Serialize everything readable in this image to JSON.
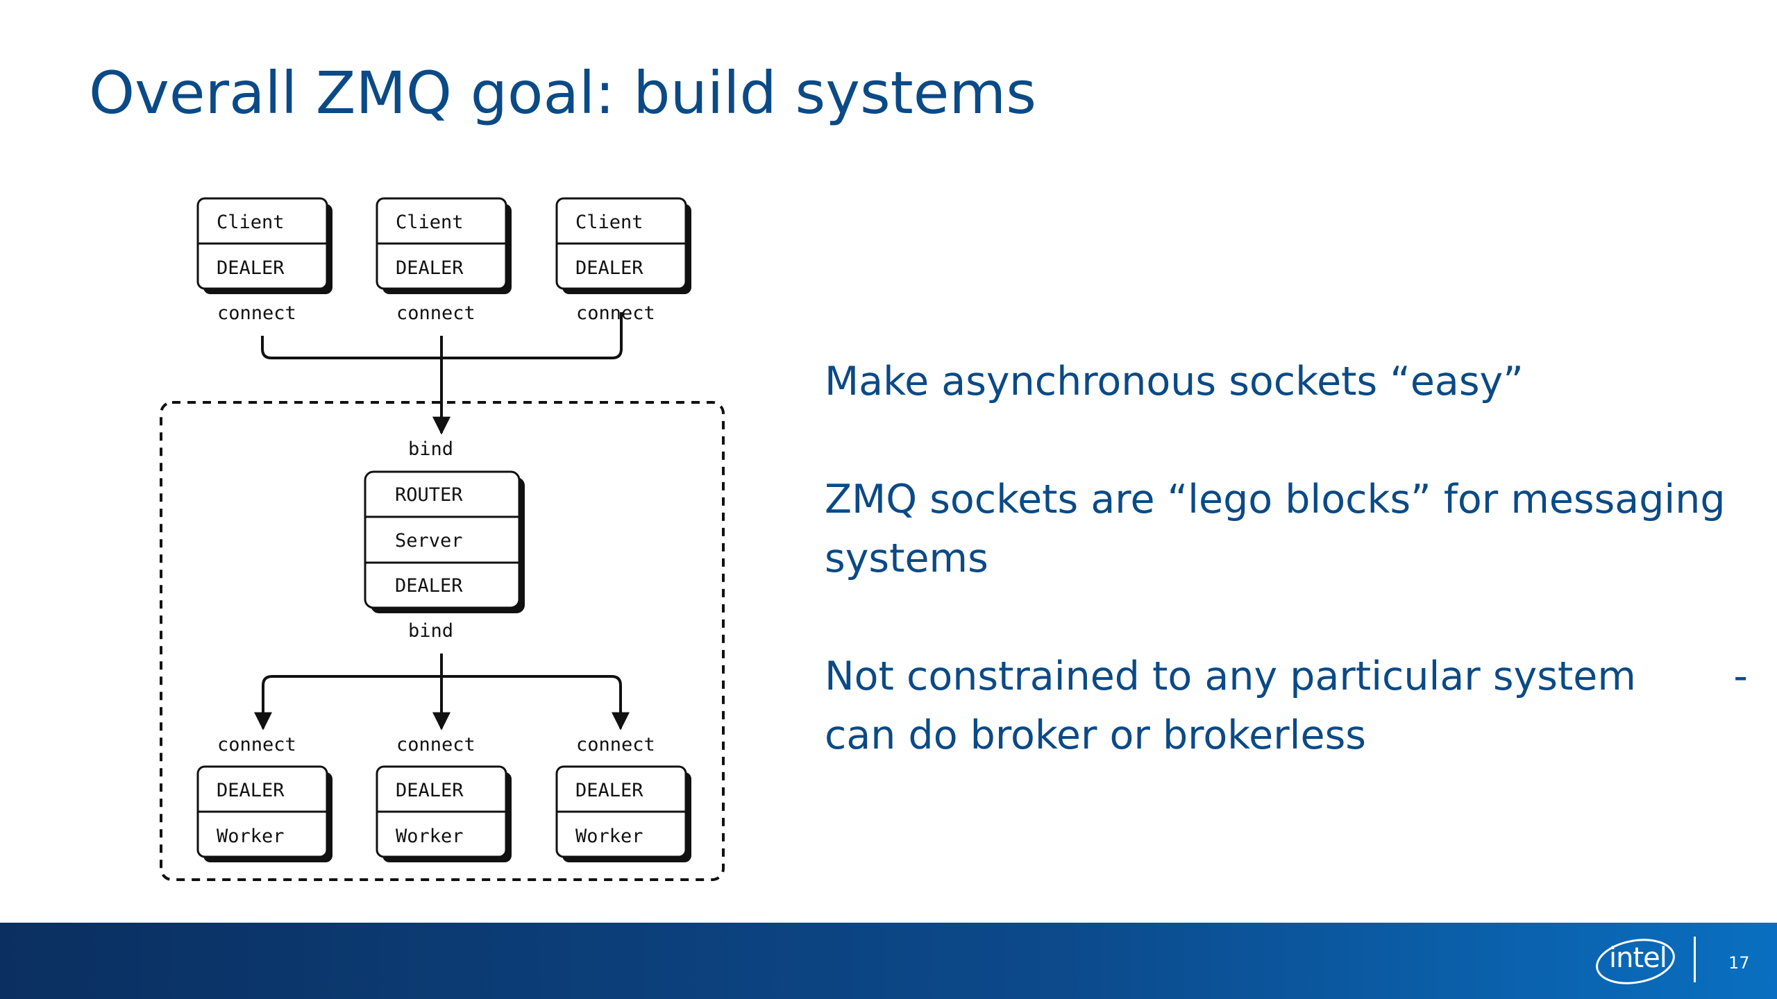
{
  "slide": {
    "title": "Overall ZMQ goal: build systems",
    "page_number": "17",
    "logo_text": "intel",
    "colors": {
      "title": "#0a4a86",
      "footer": "#0c4a8c",
      "diagram": "#111111"
    }
  },
  "diagram": {
    "clients": [
      {
        "name": "Client",
        "socket": "DEALER",
        "action": "connect"
      },
      {
        "name": "Client",
        "socket": "DEALER",
        "action": "connect"
      },
      {
        "name": "Client",
        "socket": "DEALER",
        "action": "connect"
      }
    ],
    "server": {
      "top_bind": "bind",
      "top_socket": "ROUTER",
      "name": "Server",
      "bottom_socket": "DEALER",
      "bottom_bind": "bind"
    },
    "workers": [
      {
        "action": "connect",
        "socket": "DEALER",
        "name": "Worker"
      },
      {
        "action": "connect",
        "socket": "DEALER",
        "name": "Worker"
      },
      {
        "action": "connect",
        "socket": "DEALER",
        "name": "Worker"
      }
    ]
  },
  "bullets": [
    {
      "lines": [
        "Make asynchronous sockets “easy”"
      ]
    },
    {
      "lines": [
        "ZMQ sockets are “lego blocks” for messaging",
        "systems"
      ]
    },
    {
      "lines": [
        "Not constrained to any particular system",
        "can do broker or brokerless"
      ],
      "trailing": "-"
    }
  ]
}
